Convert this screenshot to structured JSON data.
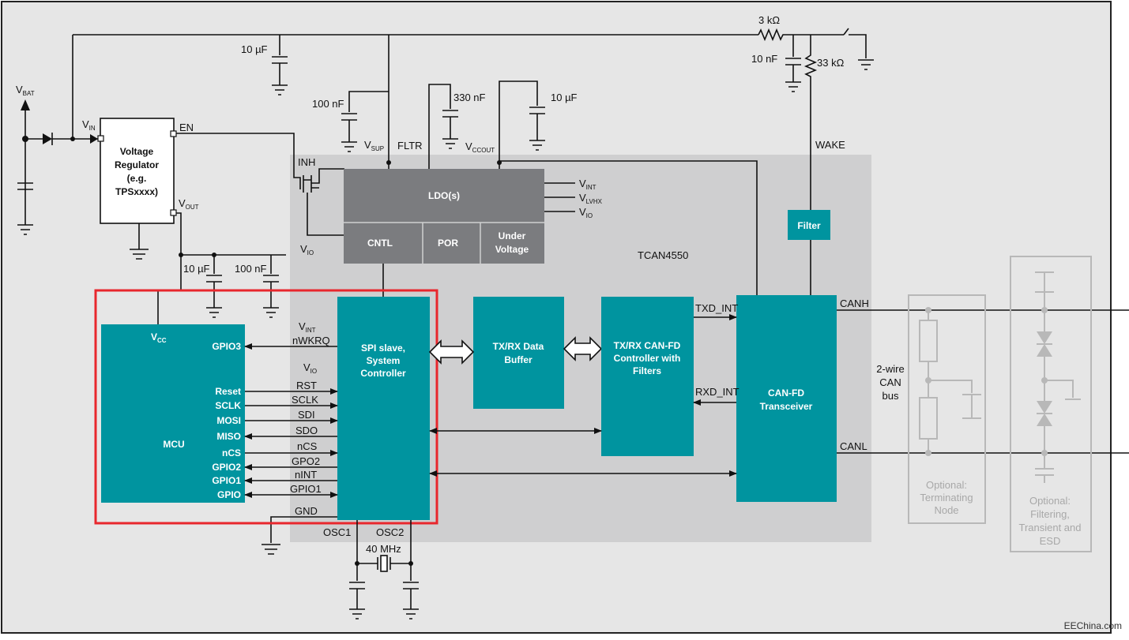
{
  "diagram": {
    "labels": {
      "vbat_main": "V",
      "vbat_sub": "BAT",
      "vin_main": "V",
      "vin_sub": "IN",
      "en": "EN",
      "vout_main": "V",
      "vout_sub": "OUT",
      "regulator_l1": "Voltage",
      "regulator_l2": "Regulator",
      "regulator_l3": "(e.g.",
      "regulator_l4": "TPSxxxx)",
      "cap_10uf_top": "10 µF",
      "cap_100nf_vsup": "100 nF",
      "cap_330nf": "330 nF",
      "cap_10uf_vccout": "10 µF",
      "res_3k": "3 kΩ",
      "res_33k": "33 kΩ",
      "cap_10nf": "10 nF",
      "vsup_main": "V",
      "vsup_sub": "SUP",
      "fltr": "FLTR",
      "vccout_main": "V",
      "vccout_sub": "CCOUT",
      "wake": "WAKE",
      "inh": "INH",
      "ldo": "LDO(s)",
      "vint_main": "V",
      "vint_sub": "INT",
      "vlvhx_main": "V",
      "vlvhx_sub": "LVHX",
      "vio_main": "V",
      "vio_sub": "IO",
      "cntl": "CNTL",
      "por": "POR",
      "under_l1": "Under",
      "under_l2": "Voltage",
      "vio2_main": "V",
      "vio2_sub": "IO",
      "tcan": "TCAN4550",
      "filter": "Filter",
      "cap_10uf_vout": "10 µF",
      "cap_100nf_vout": "100 nF",
      "vcc_main": "V",
      "vcc_sub": "CC",
      "mcu": "MCU",
      "gpio3": "GPIO3",
      "reset": "Reset",
      "sclk": "SCLK",
      "mosi": "MOSI",
      "miso": "MISO",
      "ncs": "nCS",
      "gpio2": "GPIO2",
      "gpio1": "GPIO1",
      "gpio": "GPIO",
      "vint2_main": "V",
      "vint2_sub": "INT",
      "nwkrq": "nWKRQ",
      "vio3_main": "V",
      "vio3_sub": "IO",
      "rst": "RST",
      "sclk_sig": "SCLK",
      "sdi": "SDI",
      "sdo": "SDO",
      "ncs_sig": "nCS",
      "gpo2": "GPO2",
      "nint": "nINT",
      "gpio1_sig": "GPIO1",
      "gnd": "GND",
      "spi_l1": "SPI slave,",
      "spi_l2": "System",
      "spi_l3": "Controller",
      "txrx_l1": "TX/RX Data",
      "txrx_l2": "Buffer",
      "canfd_ctrl_l1": "TX/RX CAN-FD",
      "canfd_ctrl_l2": "Controller with",
      "canfd_ctrl_l3": "Filters",
      "txd_int": "TXD_INT",
      "rxd_int": "RXD_INT",
      "transceiver_l1": "CAN-FD",
      "transceiver_l2": "Transceiver",
      "canh": "CANH",
      "canl": "CANL",
      "bus_l1": "2-wire",
      "bus_l2": "CAN",
      "bus_l3": "bus",
      "osc1": "OSC1",
      "osc2": "OSC2",
      "xtal": "40 MHz",
      "opt_term_l1": "Optional:",
      "opt_term_l2": "Terminating",
      "opt_term_l3": "Node",
      "opt_filt_l1": "Optional:",
      "opt_filt_l2": "Filtering,",
      "opt_filt_l3": "Transient and",
      "opt_filt_l4": "ESD",
      "watermark": "EEChina.com"
    },
    "colors": {
      "background": "#e6e6e6",
      "chip_area": "#cfcfd0",
      "teal_block": "#00949f",
      "ldo_gray": "#7b7c7f",
      "highlight": "#e8272d",
      "optional_gray": "#b8b8b8"
    }
  }
}
